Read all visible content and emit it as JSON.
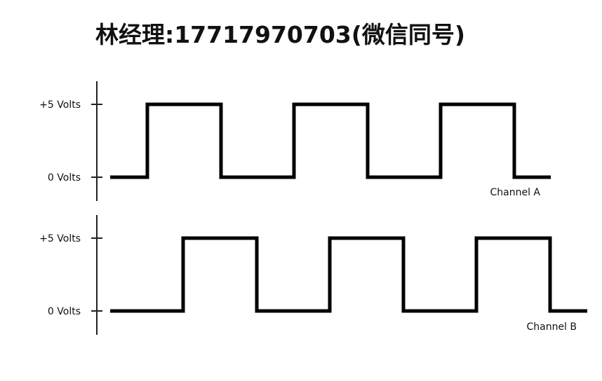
{
  "header": {
    "title": "林经理:17717970703(微信同号)"
  },
  "channels": [
    {
      "name": "Channel A",
      "high_label": "+5 Volts",
      "low_label": "0 Volts",
      "levels": [
        0,
        1,
        0,
        1,
        0,
        1,
        0
      ]
    },
    {
      "name": "Channel B",
      "high_label": "+5 Volts",
      "low_label": "0 Volts",
      "levels": [
        0,
        1,
        0,
        1,
        0,
        1,
        0
      ]
    }
  ]
}
